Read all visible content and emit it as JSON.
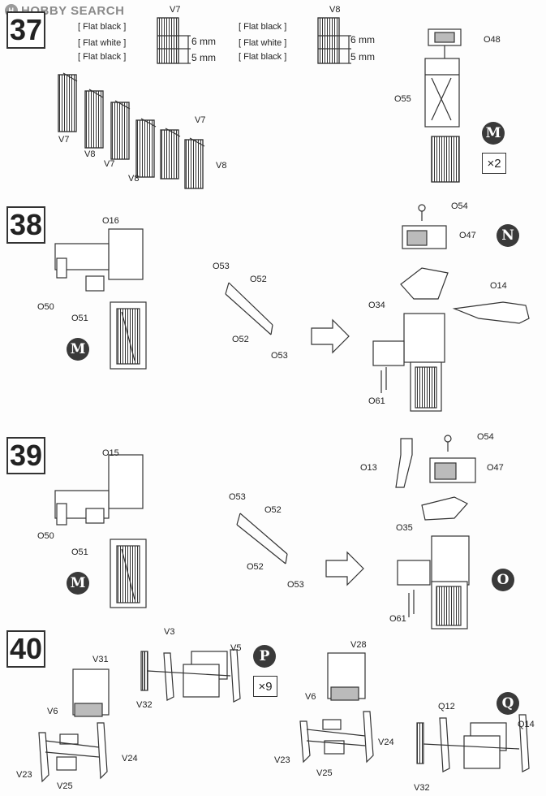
{
  "watermark": {
    "brand": "HOBBY SEARCH",
    "logo_glyph": "H"
  },
  "steps": {
    "s37": {
      "number": "37"
    },
    "s38": {
      "number": "38"
    },
    "s39": {
      "number": "39"
    },
    "s40": {
      "number": "40"
    }
  },
  "step37": {
    "v7_title": "V7",
    "v8_title": "V8",
    "paint_left": [
      "[ Flat black ]",
      "[ Flat white ]",
      "[ Flat black ]"
    ],
    "paint_right": [
      "[ Flat black ]",
      "[ Flat white ]",
      "[ Flat black ]"
    ],
    "dim_6": "6 mm",
    "dim_5": "5 mm",
    "dim_6b": "6 mm",
    "dim_5b": "5 mm",
    "row_labels": [
      "V7",
      "V8",
      "V7",
      "V8",
      "V7",
      "V8"
    ],
    "o48": "O48",
    "o55": "O55",
    "badge": "M",
    "qty": "×2"
  },
  "step38": {
    "o16": "O16",
    "o50": "O50",
    "o51": "O51",
    "badge_m": "M",
    "o53a": "O53",
    "o52a": "O52",
    "o52b": "O52",
    "o53b": "O53",
    "o54": "O54",
    "o47": "O47",
    "badge_n": "N",
    "o14": "O14",
    "o34": "O34",
    "o61": "O61"
  },
  "step39": {
    "o15": "O15",
    "o50": "O50",
    "o51": "O51",
    "badge_m": "M",
    "o53a": "O53",
    "o52a": "O52",
    "o52b": "O52",
    "o53b": "O53",
    "o54": "O54",
    "o13": "O13",
    "o47": "O47",
    "o35": "O35",
    "badge_o": "O",
    "o61": "O61"
  },
  "step40": {
    "v31": "V31",
    "v6a": "V6",
    "v23a": "V23",
    "v25a": "V25",
    "v24a": "V24",
    "v3": "V3",
    "v5": "V5",
    "v32a": "V32",
    "badge_p": "P",
    "qty": "×9",
    "v28": "V28",
    "v6b": "V6",
    "v23b": "V23",
    "v25b": "V25",
    "v24b": "V24",
    "badge_q": "Q",
    "q12": "Q12",
    "q14": "Q14",
    "v32b": "V32"
  }
}
